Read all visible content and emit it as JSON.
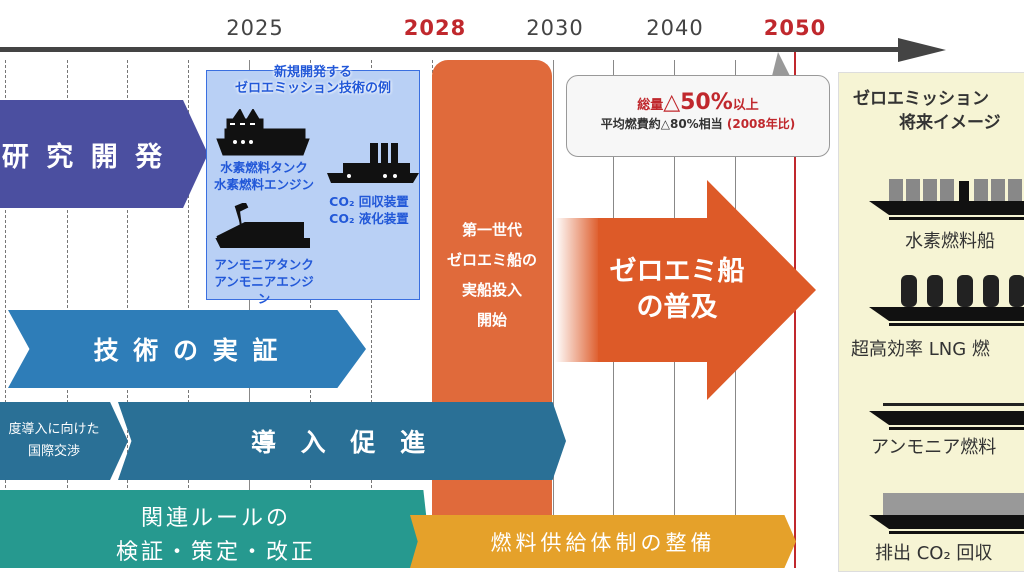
{
  "timeline": {
    "years": [
      {
        "label": "2025",
        "highlight": false
      },
      {
        "label": "2028",
        "highlight": true
      },
      {
        "label": "2030",
        "highlight": false
      },
      {
        "label": "2040",
        "highlight": false
      },
      {
        "label": "2050",
        "highlight": true
      }
    ]
  },
  "rows": {
    "rnd": "研 究 開 発",
    "demo": "技 術 の 実 証",
    "negotiation": [
      "度導入に向けた",
      "国際交渉"
    ],
    "promotion": "導 入 促 進",
    "rules": [
      "関連ルールの",
      "検証・策定・改正"
    ],
    "fuel_supply": "燃料供給体制の整備"
  },
  "tech_box": {
    "title": [
      "新規開発する",
      "ゼロエミッション技術の例"
    ],
    "items": [
      {
        "lines": [
          "水素燃料タンク",
          "水素燃料エンジン"
        ]
      },
      {
        "lines": [
          "CO₂ 回収装置",
          "CO₂ 液化装置"
        ]
      },
      {
        "lines": [
          "アンモニアタンク",
          "アンモニアエンジン"
        ]
      }
    ]
  },
  "first_gen": [
    "第一世代",
    "ゼロエミ船の",
    "実船投入",
    "開始"
  ],
  "spread": [
    "ゼロエミ船",
    "の普及"
  ],
  "goal": {
    "prefix": "総量",
    "value": "△50%",
    "suffix": "以上",
    "detail": "平均燃費約△80%相当",
    "base": "(2008年比)"
  },
  "future_panel": {
    "title": [
      "ゼロエミッション",
      "将来イメージ"
    ],
    "ships": [
      "水素燃料船",
      "超高効率 LNG 燃",
      "アンモニア燃料",
      "排出 CO₂ 回収"
    ]
  },
  "colors": {
    "rnd": "#4b4fa0",
    "demo": "#2e7db8",
    "promotion": "#2a7096",
    "rules": "#26998f",
    "first_gen": "#e06a3b",
    "spread": "#dd5a28",
    "fuel": "#e5a12a",
    "red": "#c0282d"
  }
}
